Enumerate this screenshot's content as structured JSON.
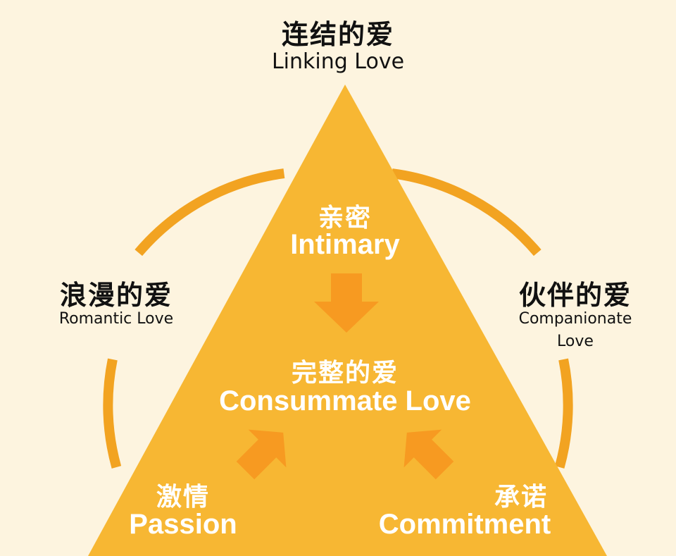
{
  "colors": {
    "background": "#fdf4df",
    "triangle": "#f7b733",
    "arc": "#f2a321",
    "arrow": "#f79a21",
    "dark_text": "#111111",
    "light_text": "#ffffff"
  },
  "top": {
    "cn": "连结的爱",
    "en": "Linking Love"
  },
  "left": {
    "cn": "浪漫的爱",
    "en": "Romantic Love"
  },
  "right": {
    "cn": "伙伴的爱",
    "en_line1": "Companionate",
    "en_line2": "Love"
  },
  "triangle": {
    "apex": {
      "cn": "亲密",
      "en": "Intimary"
    },
    "center": {
      "cn": "完整的爱",
      "en": "Consummate Love"
    },
    "bottom_left": {
      "cn": "激情",
      "en": "Passion"
    },
    "bottom_right": {
      "cn": "承诺",
      "en": "Commitment"
    }
  }
}
